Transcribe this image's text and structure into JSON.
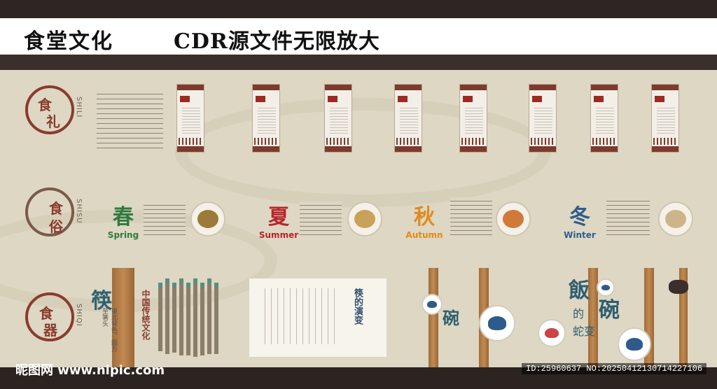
{
  "header": {
    "title": "食堂文化",
    "subtitle": "CDR源文件无限放大"
  },
  "sections": {
    "shili": {
      "char1": "食",
      "char2": "礼",
      "pinyin": "SHILI"
    },
    "shisu": {
      "char1": "食",
      "char2": "俗",
      "pinyin": "SHISU"
    },
    "shiqi": {
      "char1": "食",
      "char2": "器",
      "pinyin": "SHIQI"
    }
  },
  "seasons": [
    {
      "cn": "春",
      "en": "Spring",
      "color": "#2f7a3e"
    },
    {
      "cn": "夏",
      "en": "Summer",
      "color": "#b8262a"
    },
    {
      "cn": "秋",
      "en": "Autumn",
      "color": "#e08a1e"
    },
    {
      "cn": "冬",
      "en": "Winter",
      "color": "#2f5d8a"
    }
  ],
  "chopsticks": {
    "title": "筷",
    "side_text": "東北背色、圓方至箸头",
    "traditional": "中国传统文化",
    "evolution": "筷的演变"
  },
  "bowls": {
    "title_char": "碗",
    "fan": "飯",
    "de": "的",
    "bianhua": "蛇变",
    "wan2": "碗"
  },
  "watermark": {
    "site": "昵图网 www.nipic.com",
    "id": "ID:25960637 NO:20250412130714227106"
  },
  "colors": {
    "accent": "#8a3b2e",
    "panel": "#ddd7c3"
  }
}
